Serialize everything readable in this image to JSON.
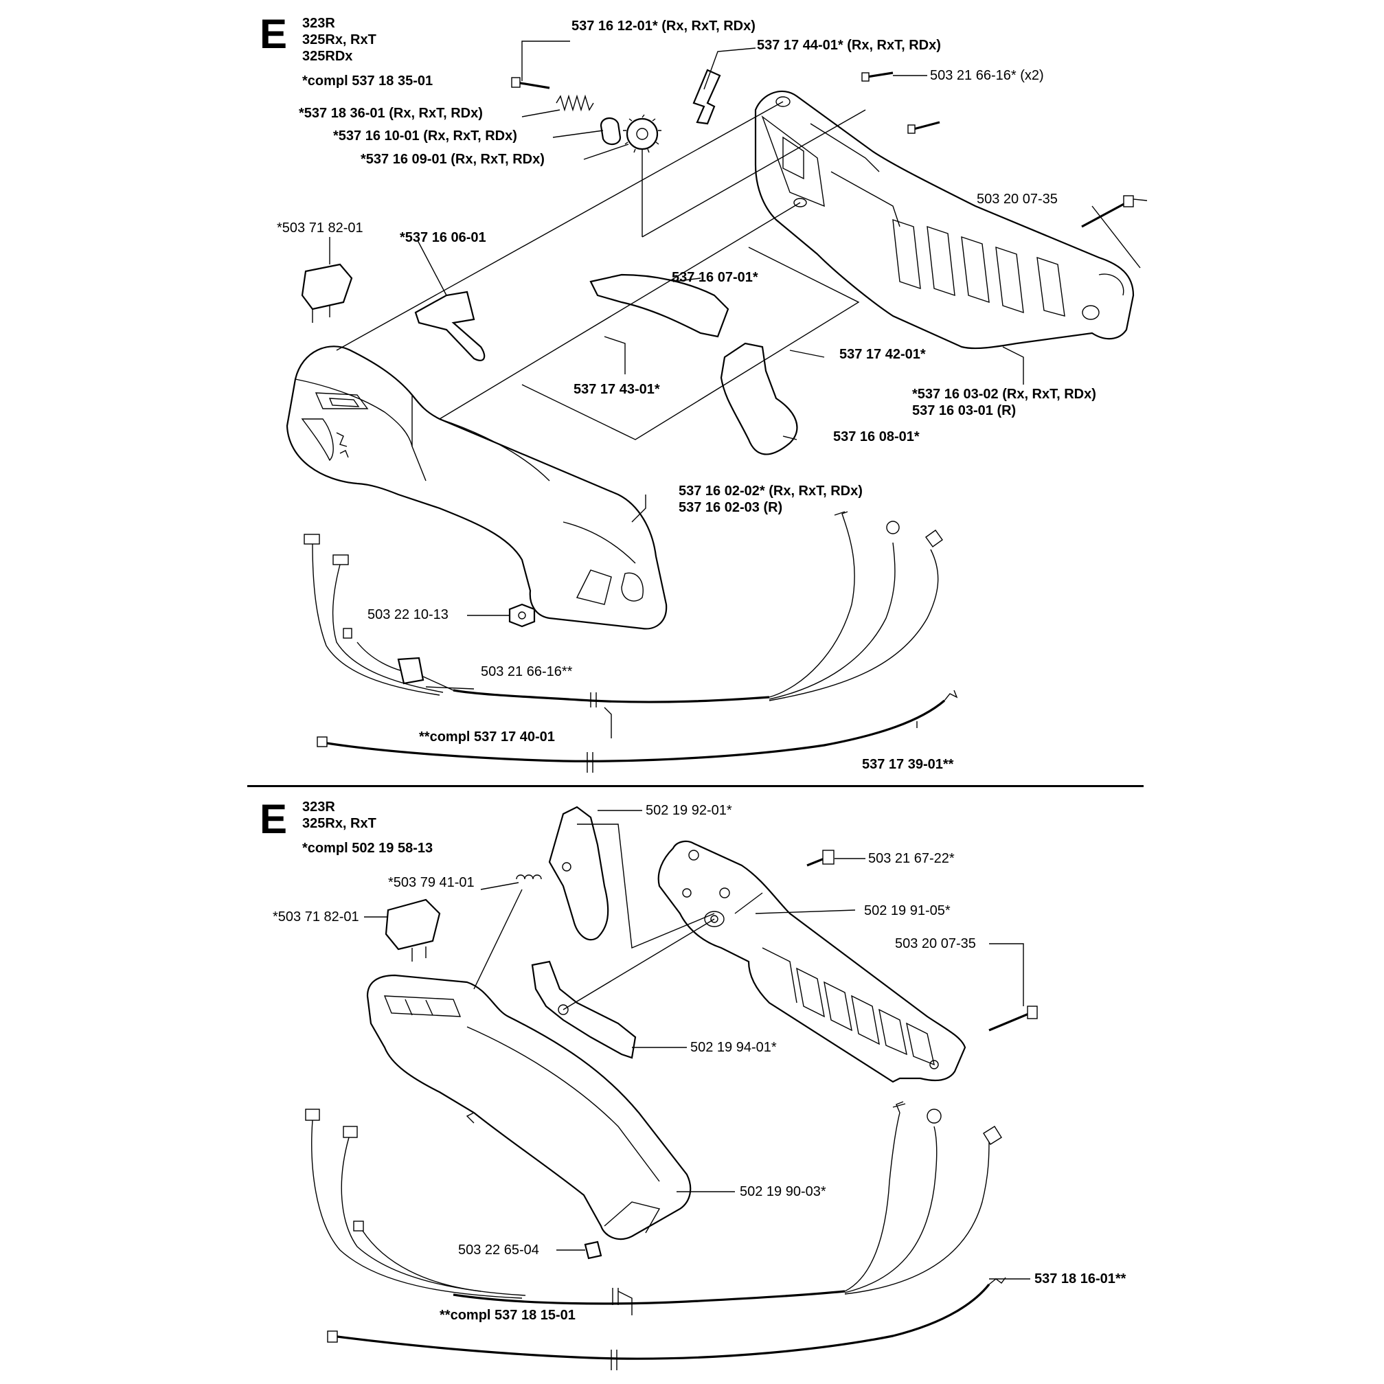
{
  "top_section": {
    "letter": "E",
    "models": [
      "323R",
      "325Rx, RxT",
      "325RDx"
    ],
    "compl": "*compl 537 18 35-01",
    "labels": {
      "p5371612": "537 16 12-01* (Rx, RxT, RDx)",
      "p5371744": "537 17 44-01* (Rx, RxT, RDx)",
      "p5032166x2": "503 21 66-16* (x2)",
      "p5371836": "*537 18 36-01 (Rx, RxT, RDx)",
      "p5371610": "*537 16 10-01 (Rx, RxT, RDx)",
      "p5371609": "*537 16 09-01 (Rx, RxT, RDx)",
      "p5032007": "503 20 07-35",
      "p5037182": "*503 71 82-01",
      "p5371606": "*537 16 06-01",
      "p5371607": "537 16 07-01*",
      "p5371742": "537 17 42-01*",
      "p5371743": "537 17 43-01*",
      "p5371603a": "*537 16 03-02 (Rx, RxT, RDx)",
      "p5371603b": "537 16 03-01 (R)",
      "p5371608": "537 16 08-01*",
      "p5371602a": "537 16 02-02* (Rx, RxT, RDx)",
      "p5371602b": "537 16 02-03 (R)",
      "p5032210": "503 22 10-13",
      "p5032166dd": "503 21 66-16**",
      "p5371740": "**compl 537 17 40-01",
      "p5371739": "537 17 39-01**"
    }
  },
  "bottom_section": {
    "letter": "E",
    "models": [
      "323R",
      "325Rx, RxT"
    ],
    "compl": "*compl 502 19 58-13",
    "labels": {
      "p5021992": "502 19 92-01*",
      "p5032167": "503 21 67-22*",
      "p5037941": "*503 79 41-01",
      "p5037182": "*503 71 82-01",
      "p5021991": "502 19 91-05*",
      "p5032007": "503 20 07-35",
      "p5021994": "502 19 94-01*",
      "p5021990": "502 19 90-03*",
      "p5032265": "503 22 65-04",
      "p5371816": "537 18 16-01**",
      "p5371815": "**compl 537 18 15-01"
    }
  }
}
